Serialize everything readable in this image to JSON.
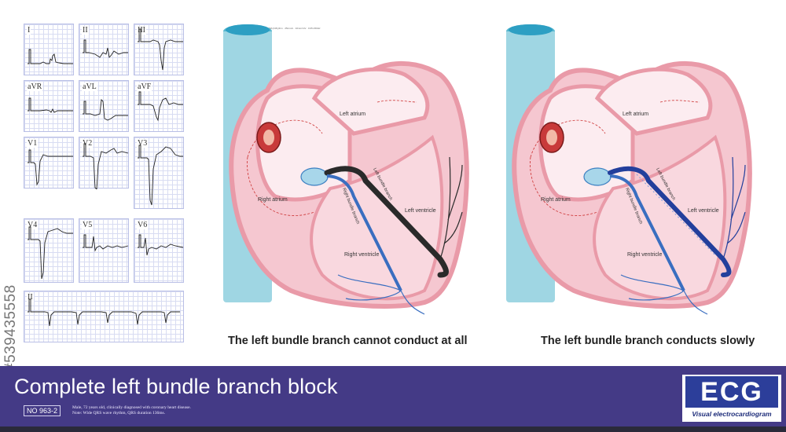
{
  "stock_id": "#539435558",
  "ecg": {
    "header": "DR 32-3 ECG(WH)  Rhythm · 25mm/s · 10mm/mV · 0.05-150Hz",
    "leads": [
      "I",
      "II",
      "III",
      "aVR",
      "aVL",
      "aVF",
      "V1",
      "V2",
      "V3",
      "V4",
      "V5",
      "V6",
      "II"
    ]
  },
  "heart_left": {
    "labels": {
      "left_atrium": "Left atrium",
      "right_atrium": "Right atrium",
      "left_ventricle": "Left ventricle",
      "right_ventricle": "Right ventricle",
      "left_bundle": "Left bundle branch",
      "right_bundle": "Right bundle branch"
    },
    "caption": "The left bundle branch cannot conduct at all"
  },
  "heart_right": {
    "labels": {
      "left_atrium": "Left atrium",
      "right_atrium": "Right atrium",
      "left_ventricle": "Left ventricle",
      "right_ventricle": "Right ventricle",
      "left_bundle": "Left bundle branch",
      "right_bundle": "Right bundle branch"
    },
    "caption": "The left bundle branch conducts slowly"
  },
  "banner": {
    "title": "Complete left bundle branch block",
    "case_no": "NO 963-2",
    "desc_line1": "Male, 72 years old, clinically diagnosed with coronary heart disease.",
    "desc_line2": "Note: Wide QRS wave rhythm, QRS duration 136ms."
  },
  "logo": {
    "mark": "ECG",
    "sub": "Visual electrocardiogram"
  },
  "colors": {
    "banner": "#443a86",
    "vessel": "#9fd6e3",
    "heart_wall": "#e99aa8",
    "conduction_blue": "#2c5aa8",
    "blocked_branch": "#2a2a2a"
  }
}
